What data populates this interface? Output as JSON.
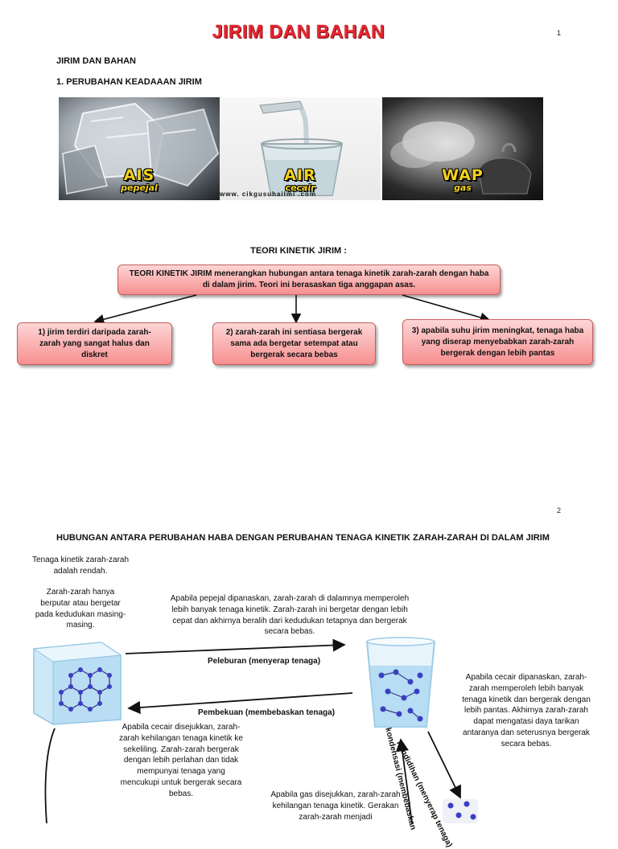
{
  "page1": {
    "title": "JIRIM DAN BAHAN",
    "page_number": "1",
    "subtitle": "JIRIM DAN BAHAN",
    "section_heading": "1. PERUBAHAN KEADAAAN JIRIM",
    "images": [
      {
        "label": "AIS",
        "sublabel": "pepejal"
      },
      {
        "label": "AIR",
        "sublabel": "cecair"
      },
      {
        "label": "WAP",
        "sublabel": "gas"
      }
    ],
    "watermark": "www. cikgusuhailmi .com",
    "theory_heading": "TEORI KINETIK JIRIM :",
    "theory_box": {
      "lead": "TEORI KINETIK JIRIM",
      "rest": " menerangkan hubungan antara tenaga kinetik zarah-zarah dengan haba di dalam jirim. Teori ini berasaskan tiga anggapan asas."
    },
    "assumptions": [
      "1) jirim terdiri daripada zarah-zarah yang sangat halus dan diskret",
      "2) zarah-zarah ini sentiasa bergerak sama ada bergetar setempat atau bergerak secara bebas",
      "3) apabila suhu jirim meningkat, tenaga haba yang diserap menyebabkan zarah-zarah bergerak dengan lebih pantas"
    ]
  },
  "page2": {
    "page_number": "2",
    "heading": "HUBUNGAN ANTARA PERUBAHAN HABA DENGAN PERUBAHAN  TENAGA KINETIK ZARAH-ZARAH DI DALAM JIRIM",
    "solid_note_1": "Tenaga kinetik zarah-zarah adalah rendah.",
    "solid_note_2": "Zarah-zarah hanya berputar atau bergetar pada kedudukan masing-masing.",
    "melting_note": "Apabila pepejal dipanaskan, zarah-zarah di dalamnya memperoleh lebih banyak tenaga kinetik. Zarah-zarah ini bergetar dengan lebih cepat dan akhirnya beralih dari kedudukan tetapnya dan bergerak secara bebas.",
    "melting_label": "Peleburan (menyerap tenaga)",
    "freezing_label": "Pembekuan (membebaskan tenaga)",
    "freezing_note": "Apabila cecair disejukkan, zarah-zarah kehilangan tenaga kinetik ke sekeliling. Zarah-zarah bergerak dengan lebih perlahan dan tidak mempunyai tenaga yang mencukupi untuk bergerak secara bebas.",
    "boiling_note": "Apabila cecair dipanaskan, zarah-zarah memperoleh lebih banyak tenaga kinetik dan bergerak dengan lebih pantas. Akhirnya zarah-zarah dapat mengatasi daya tarikan antaranya dan seterusnya bergerak secara bebas.",
    "boiling_label": "Pendidihan (menyerap tenaga)",
    "condensation_label": "kondensasi (membebaskan",
    "condensation_note": "Apabila gas disejukkan, zarah-zarah kehilangan tenaga kinetik. Gerakan zarah-zarah menjadi"
  }
}
